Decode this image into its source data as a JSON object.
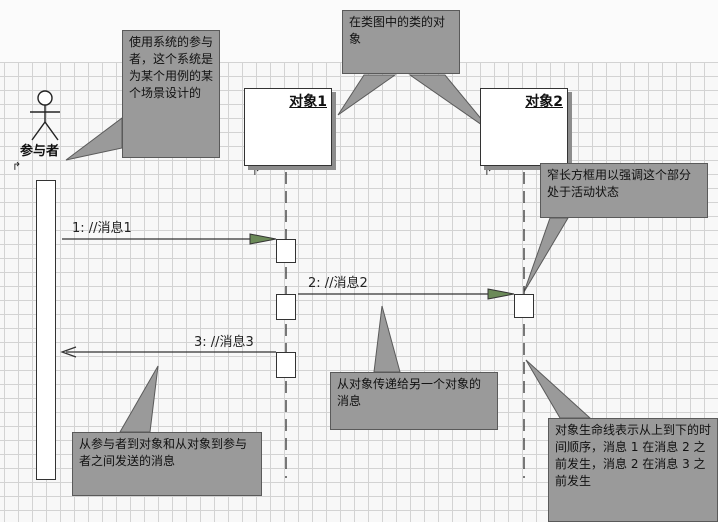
{
  "actor": {
    "label": "参与者"
  },
  "objects": [
    {
      "label": "对象1"
    },
    {
      "label": "对象2"
    }
  ],
  "messages": [
    {
      "label": "1: //消息1"
    },
    {
      "label": "2: //消息2"
    },
    {
      "label": "3: //消息3"
    }
  ],
  "notes": {
    "actor_note": "使用系统的参与者，这个系统是为某个用例的某个场景设计的",
    "object_note": "在类图中的类的对象",
    "activation_note": "窄长方框用以强调这个部分处于活动状态",
    "object_message_note": "从对象传递给另一个对象的消息",
    "actor_message_note": "从参与者到对象和从对象到参与者之间发送的消息",
    "lifeline_note": "对象生命线表示从上到下的时间顺序，消息 1 在消息 2 之前发生，消息 2 在消息 3 之前发生"
  },
  "colors": {
    "note_fill": "#9a9a9a",
    "arrow_fill": "#6b8a58",
    "grid": "#d3d3d3"
  }
}
